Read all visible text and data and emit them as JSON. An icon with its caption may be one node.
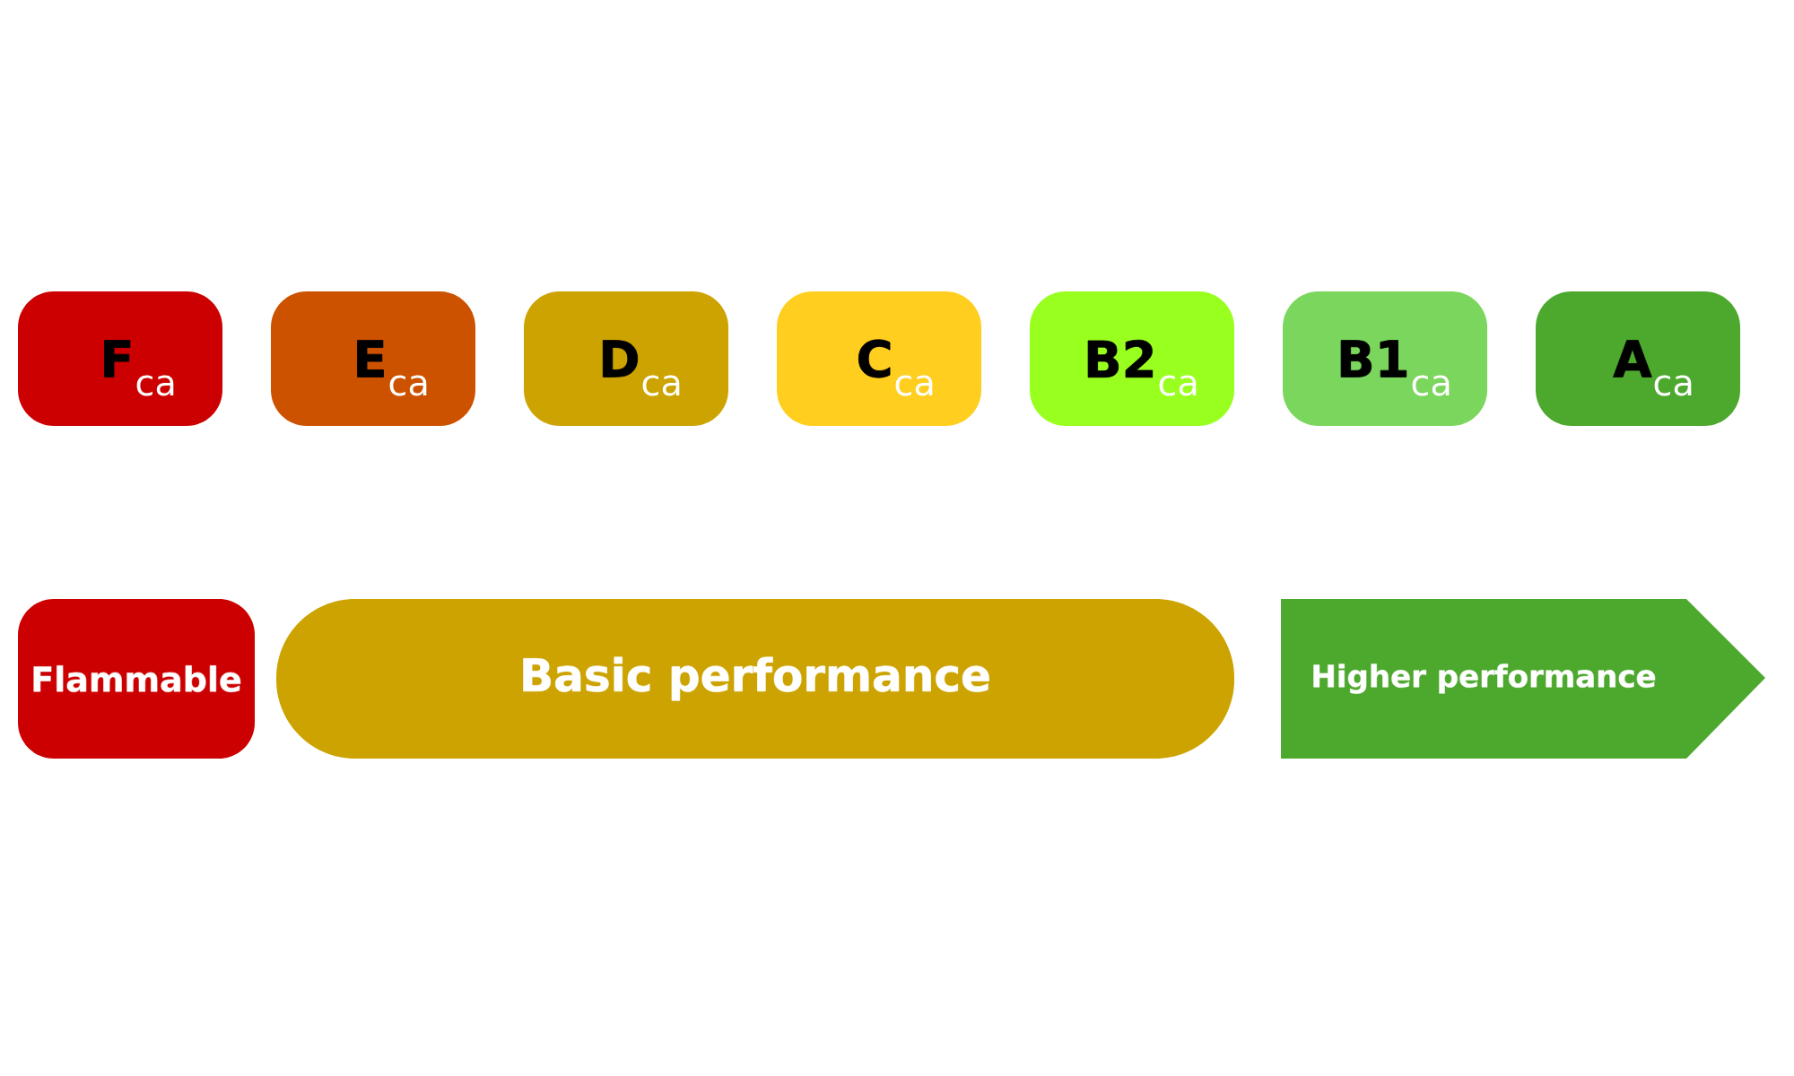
{
  "diagram": {
    "nodes": [
      {
        "text": [
          "F",
          "ca"
        ]
      },
      {
        "text": [
          "E",
          "ca"
        ]
      },
      {
        "text": [
          "D",
          "ca"
        ]
      },
      {
        "text": [
          "C",
          "ca"
        ]
      },
      {
        "text": [
          "B2",
          "ca"
        ]
      },
      {
        "text": [
          "B1",
          "ca"
        ]
      },
      {
        "text": [
          "A",
          "ca"
        ]
      },
      {
        "text": [
          "Flammable"
        ]
      },
      {
        "text": [
          "Basic performance"
        ]
      },
      {
        "text": [
          "Higher performance"
        ]
      }
    ]
  }
}
